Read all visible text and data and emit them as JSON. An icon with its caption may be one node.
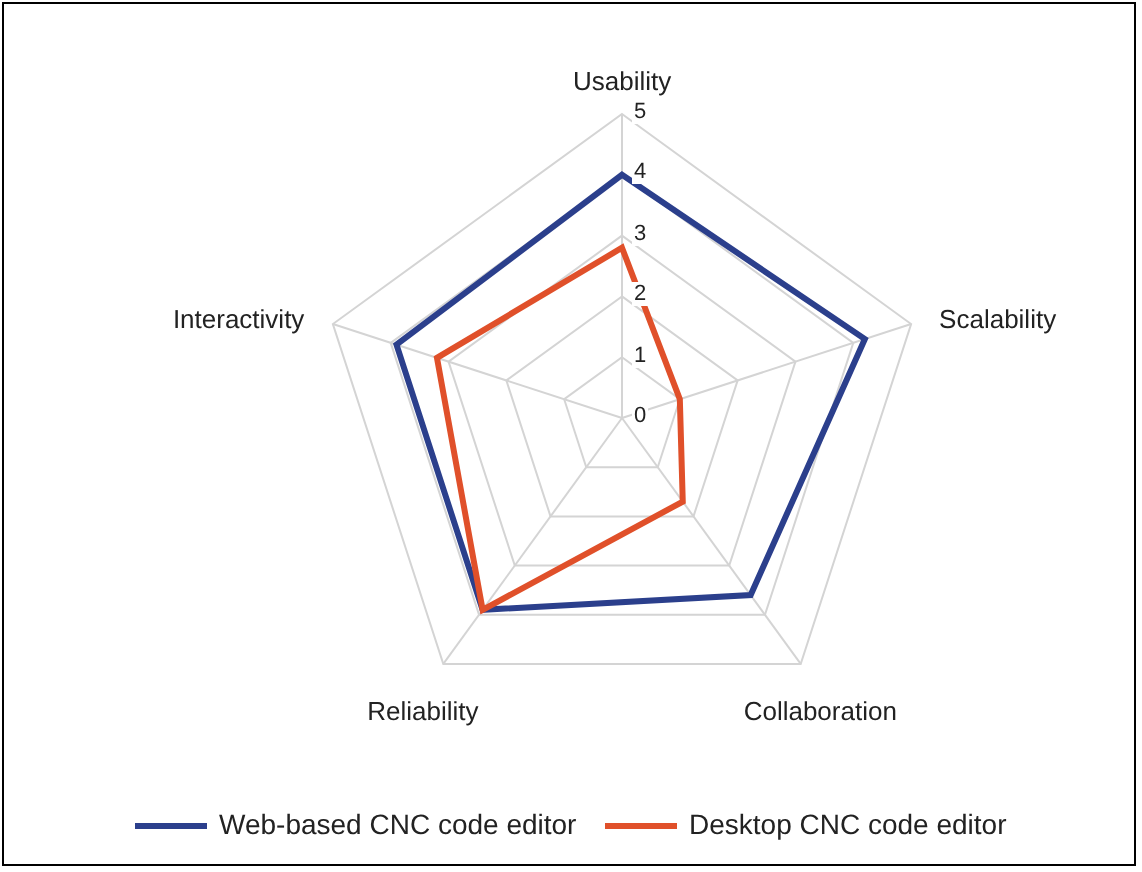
{
  "diagram": {
    "chart_data": {
      "type": "radar",
      "categories": [
        "Usability",
        "Scalability",
        "Collaboration",
        "Reliability",
        "Interactivity"
      ],
      "ylim": [
        0,
        5
      ],
      "yticks": [
        0,
        1,
        2,
        3,
        4,
        5
      ],
      "legend": "bottom",
      "series": [
        {
          "name": "Web-based CNC code editor",
          "color": "#2b3f8c",
          "values": [
            4,
            4.2,
            3.6,
            3.9,
            3.9
          ]
        },
        {
          "name": "Desktop CNC code editor",
          "color": "#e0502a",
          "values": [
            2.8,
            1,
            1.7,
            3.9,
            3.2
          ]
        }
      ]
    }
  }
}
